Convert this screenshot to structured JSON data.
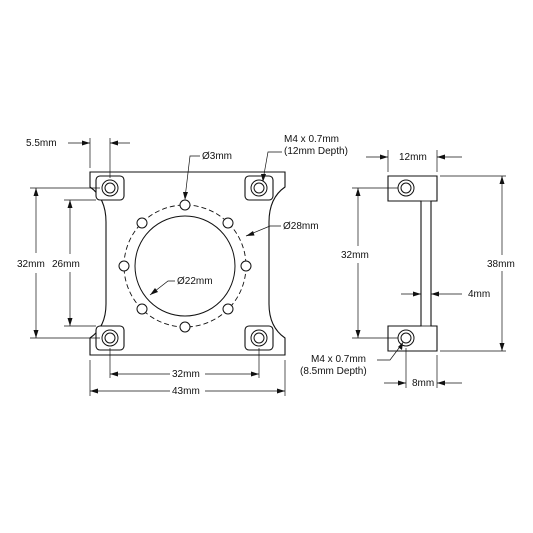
{
  "front_view": {
    "width_label": "43mm",
    "hole_spacing_horizontal_label": "32mm",
    "hole_spacing_vertical_label": "32mm",
    "waist_height_label": "26mm",
    "edge_offset_label": "5.5mm",
    "tap_callout": [
      "M4 x 0.7mm",
      "(12mm Depth)"
    ],
    "small_hole_label": "Ø3mm",
    "bolt_circle_label": "Ø28mm",
    "center_bore_label": "Ø22mm"
  },
  "side_view": {
    "depth_label": "12mm",
    "hole_spacing_label": "32mm",
    "height_label": "38mm",
    "wall_thickness_label": "4mm",
    "flange_label": "8mm",
    "tap_callout": [
      "M4 x 0.7mm",
      "(8.5mm Depth)"
    ]
  }
}
